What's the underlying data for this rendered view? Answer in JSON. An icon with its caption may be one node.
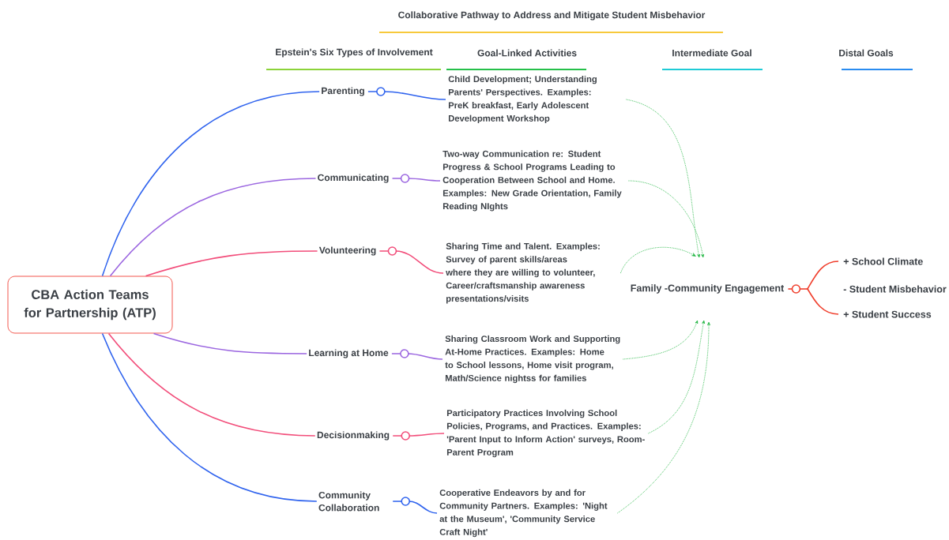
{
  "diagram": {
    "title": "Collaborative Pathway to Address and Mitigate Student Misbehavior",
    "nodes": [
      {
        "text": [
          "CBA Action Teams for Partnership (ATP)"
        ]
      },
      {
        "text": [
          "Parenting"
        ]
      },
      {
        "text": [
          "Communicating"
        ]
      },
      {
        "text": [
          "Volunteering"
        ]
      },
      {
        "text": [
          "Learning at Home"
        ]
      },
      {
        "text": [
          "Decisionmaking"
        ]
      },
      {
        "text": [
          "Community Collaboration"
        ]
      },
      {
        "text": [
          "Child Development; Understanding Parents' Perspectives. Examples: PreK breakfast, Early Adolescent Development Workshop"
        ]
      },
      {
        "text": [
          "Two-way Communication re: Student Progress & School Programs Leading to Cooperation Between School and Home. Examples: New Grade Orientation, Family Reading NIghts"
        ]
      },
      {
        "text": [
          "Sharing Time and Talent. Examples: Survey of parent skills/areas where they are willing to volunteer, Career/craftsmanship awareness presentations/visits"
        ]
      },
      {
        "text": [
          "Sharing Classroom Work and Supporting At-Home Practices. Examples: Home to School lessons, Home visit program, Math/Science nightss for families"
        ]
      },
      {
        "text": [
          "Participatory Practices Involving School Policies, Programs, and Practices. Examples: 'Parent Input to Inform Action' surveys, Room-Parent Program"
        ]
      },
      {
        "text": [
          "Cooperative Endeavors by and for Community Partners. Examples: 'Night at the Museum', 'Community Service Craft Night'"
        ]
      },
      {
        "text": [
          "Family -Community Engagement"
        ]
      },
      {
        "text": [
          "+ School Climate"
        ]
      },
      {
        "text": [
          "- Student Misbehavior"
        ]
      },
      {
        "text": [
          "+ Student Success"
        ]
      }
    ],
    "edges": [
      {
        "from": 0,
        "to": 1,
        "arrow": "none",
        "color": "#2f63ee"
      },
      {
        "from": 0,
        "to": 2,
        "arrow": "none",
        "color": "#9b66e0"
      },
      {
        "from": 0,
        "to": 3,
        "arrow": "none",
        "color": "#f24d7a"
      },
      {
        "from": 0,
        "to": 4,
        "arrow": "none",
        "color": "#9b66e0"
      },
      {
        "from": 0,
        "to": 5,
        "arrow": "none",
        "color": "#f24d7a"
      },
      {
        "from": 0,
        "to": 6,
        "arrow": "none",
        "color": "#2f63ee"
      },
      {
        "from": 1,
        "to": 7,
        "arrow": "none",
        "color": "#2f63ee"
      },
      {
        "from": 2,
        "to": 8,
        "arrow": "none",
        "color": "#9b66e0"
      },
      {
        "from": 3,
        "to": 9,
        "arrow": "none",
        "color": "#f24d7a"
      },
      {
        "from": 4,
        "to": 10,
        "arrow": "none",
        "color": "#9b66e0"
      },
      {
        "from": 5,
        "to": 11,
        "arrow": "none",
        "color": "#f24d7a"
      },
      {
        "from": 6,
        "to": 12,
        "arrow": "none",
        "color": "#2f63ee"
      },
      {
        "from": 7,
        "to": 13,
        "arrow": "to",
        "style": "dashed"
      },
      {
        "from": 8,
        "to": 13,
        "arrow": "to",
        "style": "dashed"
      },
      {
        "from": 9,
        "to": 13,
        "arrow": "to",
        "style": "dashed"
      },
      {
        "from": 10,
        "to": 13,
        "arrow": "to",
        "style": "dashed"
      },
      {
        "from": 11,
        "to": 13,
        "arrow": "to",
        "style": "dashed"
      },
      {
        "from": 12,
        "to": 13,
        "arrow": "to",
        "style": "dashed"
      },
      {
        "from": 13,
        "to": 14,
        "arrow": "none",
        "color": "#f0402e"
      },
      {
        "from": 13,
        "to": 16,
        "arrow": "none",
        "color": "#f0402e"
      }
    ],
    "labels": [
      "Epstein's Six Types of Involvement",
      "Goal-Linked Activities",
      "Intermediate Goal",
      "Distal Goals"
    ]
  }
}
